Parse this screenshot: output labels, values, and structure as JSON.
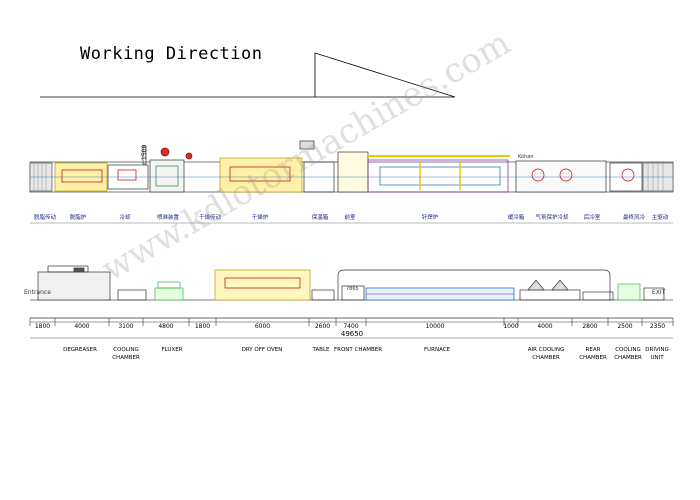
{
  "title": "Working Direction",
  "watermark": "www.kdlotormachines.com",
  "top_labels_cn": [
    "脱脂传动",
    "脱脂炉",
    "冷却",
    "喷淋装置",
    "干燥传动",
    "干燥炉",
    "保温箱",
    "前室",
    "钎焊炉",
    "缓冷箱",
    "气氛保护冷却",
    "后冷室",
    "最终风冷",
    "主驱动"
  ],
  "side_mark": "1500",
  "plan_mark": "Kohan",
  "elevation_labels": {
    "entrance": "Entrance",
    "exit": "EXIT",
    "front_mark": "7865"
  },
  "dimensions": [
    "1800",
    "4000",
    "3100",
    "4800",
    "1800",
    "6000",
    "2600",
    "7400",
    "10000",
    "1000",
    "4000",
    "2800",
    "2500",
    "2350"
  ],
  "total": "49650",
  "sections": [
    {
      "id": "degreaser",
      "lines": [
        "DEGREASER"
      ]
    },
    {
      "id": "cooling-chamber-1",
      "lines": [
        "COOLING",
        "CHAMBER"
      ]
    },
    {
      "id": "fluxer",
      "lines": [
        "FLUXER"
      ]
    },
    {
      "id": "dry-off-oven",
      "lines": [
        "DRY OFF OVEN"
      ]
    },
    {
      "id": "table",
      "lines": [
        "TABLE"
      ]
    },
    {
      "id": "front-chamber",
      "lines": [
        "FRONT CHAMBER"
      ]
    },
    {
      "id": "furnace",
      "lines": [
        "FURNACE"
      ]
    },
    {
      "id": "air-cooling-chamber",
      "lines": [
        "AIR COOLING",
        "CHAMBER"
      ]
    },
    {
      "id": "rear-chamber",
      "lines": [
        "REAR",
        "CHAMBER"
      ]
    },
    {
      "id": "cooling-chamber-2",
      "lines": [
        "COOLING",
        "CHAMBER"
      ]
    },
    {
      "id": "driving-unit",
      "lines": [
        "DRIVING",
        "UNIT"
      ]
    }
  ]
}
